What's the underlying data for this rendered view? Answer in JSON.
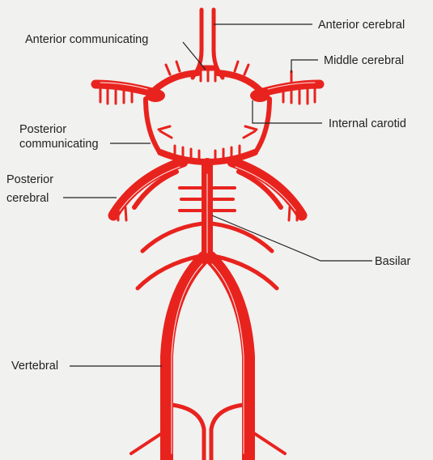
{
  "colors": {
    "artery": "#e8231e",
    "background": "#f1f1ef",
    "text": "#222222"
  },
  "labels": {
    "anterior_cerebral": "Anterior cerebral",
    "anterior_communicating": "Anterior communicating",
    "middle_cerebral": "Middle cerebral",
    "internal_carotid": "Internal carotid",
    "posterior_communicating_line1": "Posterior",
    "posterior_communicating_line2": "communicating",
    "posterior_cerebral_line1": "Posterior",
    "posterior_cerebral_line2": "cerebral",
    "basilar": "Basilar",
    "vertebral": "Vertebral"
  }
}
